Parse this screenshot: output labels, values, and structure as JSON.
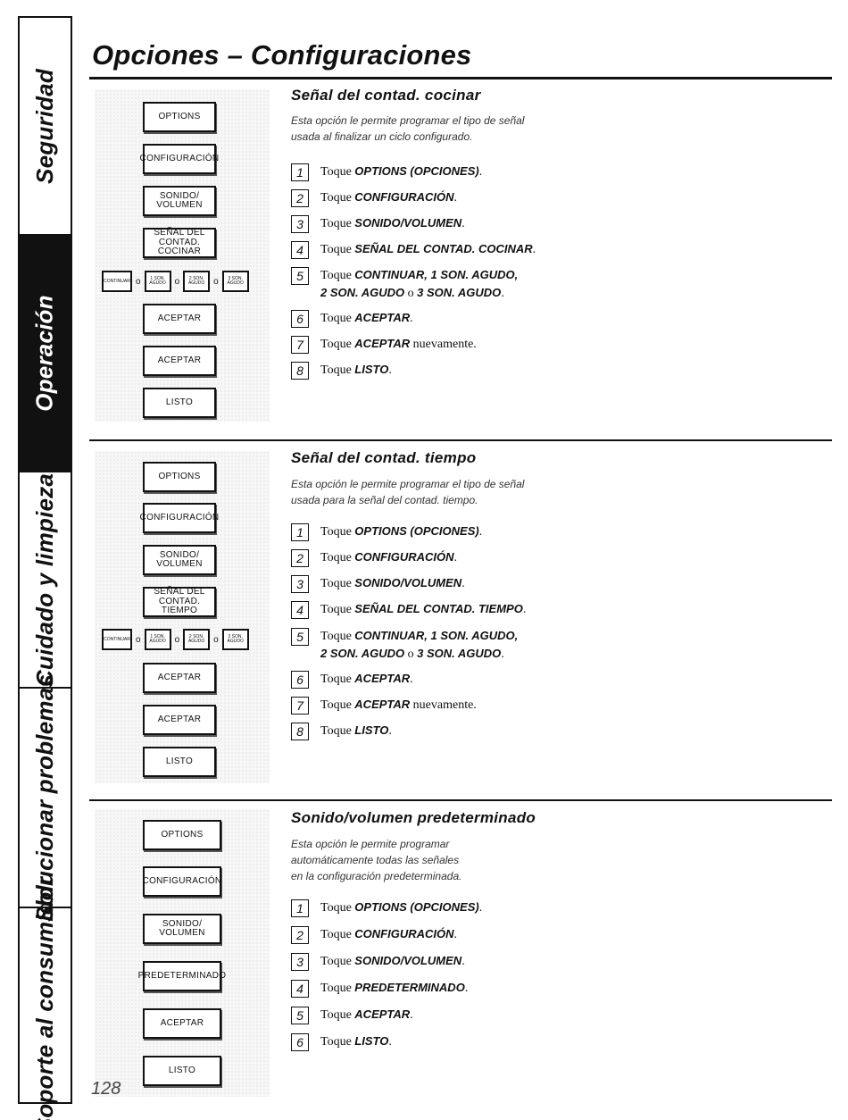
{
  "side_tabs": [
    "Seguridad",
    "Operación",
    "Cuidado y limpieza",
    "Solucionar problemas",
    "Soporte al consumidor"
  ],
  "active_tab": "Operación",
  "page_title": "Opciones – Configuraciones",
  "page_number": "128",
  "sections": [
    {
      "title": "Señal del contad. cocinar",
      "description": "Esta opción le permite programar el tipo de señal\nusada al finalizar un ciclo configurado.",
      "panel_keys": [
        "Options",
        "Configuración",
        "Sonido/\nVolumen",
        "Señal del\nContad. Cocinar"
      ],
      "small_keys": [
        "Continuar",
        "1 Son.\nAgudo",
        "2 Son.\nAgudo",
        "3 Son.\nAgudo"
      ],
      "small_sep": "o",
      "panel_keys_after": [
        "Aceptar",
        "Aceptar",
        "Listo"
      ],
      "steps": [
        {
          "num": "1",
          "pre": "Toque ",
          "bold": "OPTIONS (OPCIONES)",
          "post": "."
        },
        {
          "num": "2",
          "pre": "Toque ",
          "bold": "CONFIGURACIÓN",
          "post": "."
        },
        {
          "num": "3",
          "pre": "Toque ",
          "bold": "SONIDO/VOLUMEN",
          "post": "."
        },
        {
          "num": "4",
          "pre": "Toque ",
          "bold": "SEÑAL DEL CONTAD. COCINAR",
          "post": "."
        },
        {
          "num": "5",
          "pre": "Toque ",
          "bold": "CONTINUAR, 1 SON. AGUDO,",
          "line2_bold": "2 SON. AGUDO",
          "line2_mid": " o ",
          "line2_bold2": "3 SON. AGUDO",
          "line2_post": "."
        },
        {
          "num": "6",
          "pre": "Toque ",
          "bold": "ACEPTAR",
          "post": "."
        },
        {
          "num": "7",
          "pre": "Toque ",
          "bold": "ACEPTAR",
          "post": " nuevamente."
        },
        {
          "num": "8",
          "pre": "Toque ",
          "bold": "LISTO",
          "post": "."
        }
      ]
    },
    {
      "title": "Señal del contad. tiempo",
      "description": "Esta opción le permite programar el tipo de señal\nusada para la señal del contad. tiempo.",
      "panel_keys": [
        "Options",
        "Configuración",
        "Sonido/\nVolumen",
        "Señal del\nContad. Tiempo"
      ],
      "small_keys": [
        "Continuar",
        "1 Son.\nAgudo",
        "2 Son.\nAgudo",
        "3 Son.\nAgudo"
      ],
      "small_sep": "o",
      "panel_keys_after": [
        "Aceptar",
        "Aceptar",
        "Listo"
      ],
      "steps": [
        {
          "num": "1",
          "pre": "Toque ",
          "bold": "OPTIONS (OPCIONES)",
          "post": "."
        },
        {
          "num": "2",
          "pre": "Toque ",
          "bold": "CONFIGURACIÓN",
          "post": "."
        },
        {
          "num": "3",
          "pre": "Toque ",
          "bold": "SONIDO/VOLUMEN",
          "post": "."
        },
        {
          "num": "4",
          "pre": "Toque ",
          "bold": "SEÑAL DEL CONTAD. TIEMPO",
          "post": "."
        },
        {
          "num": "5",
          "pre": "Toque ",
          "bold": "CONTINUAR, 1 SON. AGUDO,",
          "line2_bold": "2 SON. AGUDO",
          "line2_mid": " o ",
          "line2_bold2": "3 SON. AGUDO",
          "line2_post": "."
        },
        {
          "num": "6",
          "pre": "Toque ",
          "bold": "ACEPTAR",
          "post": "."
        },
        {
          "num": "7",
          "pre": "Toque ",
          "bold": "ACEPTAR",
          "post": " nuevamente."
        },
        {
          "num": "8",
          "pre": "Toque ",
          "bold": "LISTO",
          "post": "."
        }
      ]
    },
    {
      "title": "Sonido/volumen predeterminado",
      "description": "Esta opción le permite programar\nautomáticamente todas las señales\nen la configuración predeterminada.",
      "panel_keys": [
        "Options",
        "Configuración",
        "Sonido/\nVolumen",
        "Predeterminado",
        "Aceptar",
        "Listo"
      ],
      "steps": [
        {
          "num": "1",
          "pre": "Toque ",
          "bold": "OPTIONS (OPCIONES)",
          "post": "."
        },
        {
          "num": "2",
          "pre": "Toque ",
          "bold": "CONFIGURACIÓN",
          "post": "."
        },
        {
          "num": "3",
          "pre": "Toque ",
          "bold": "SONIDO/VOLUMEN",
          "post": "."
        },
        {
          "num": "4",
          "pre": "Toque ",
          "bold": "PREDETERMINADO",
          "post": "."
        },
        {
          "num": "5",
          "pre": "Toque ",
          "bold": "ACEPTAR",
          "post": "."
        },
        {
          "num": "6",
          "pre": "Toque ",
          "bold": "LISTO",
          "post": "."
        }
      ]
    }
  ]
}
